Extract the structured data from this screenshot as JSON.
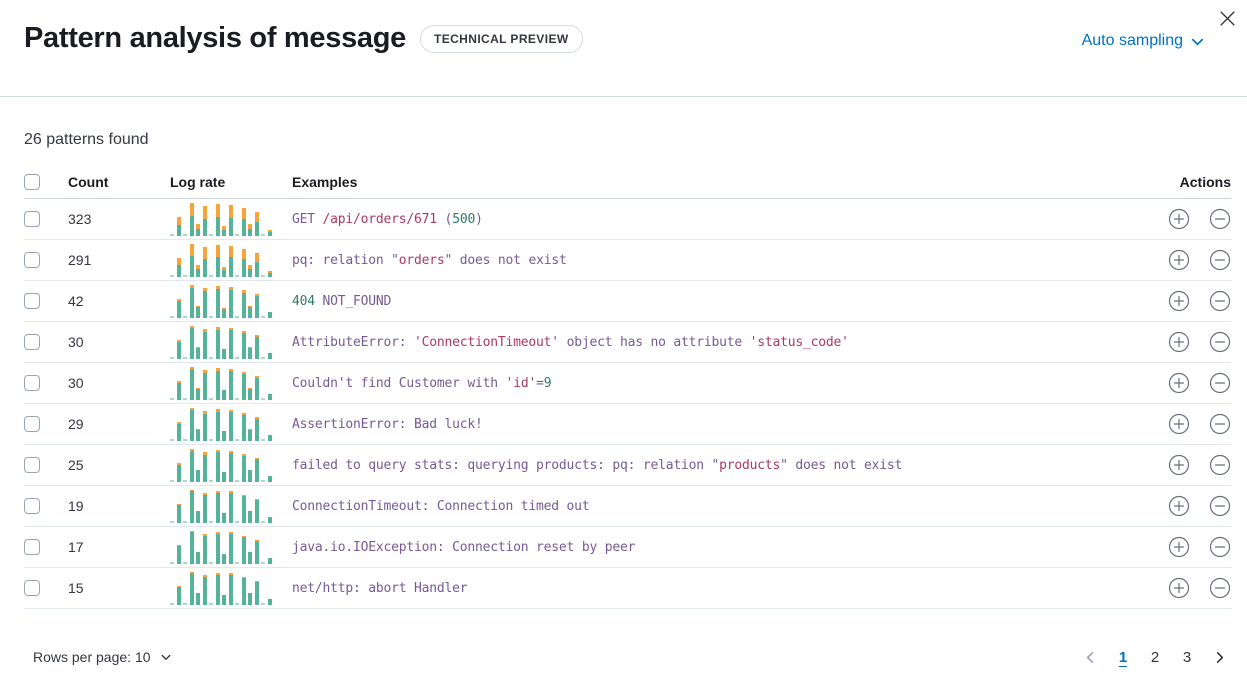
{
  "header": {
    "title": "Pattern analysis of message",
    "badge": "TECHNICAL PREVIEW",
    "sampling": {
      "label": "Auto sampling"
    }
  },
  "summary": {
    "patterns_found": "26 patterns found"
  },
  "table": {
    "columns": {
      "count": "Count",
      "log_rate": "Log rate",
      "examples": "Examples",
      "actions": "Actions"
    },
    "sparkline_totals": [
      4,
      55,
      4,
      100,
      36,
      88,
      4,
      95,
      30,
      94,
      4,
      84,
      36,
      72,
      4,
      18
    ],
    "rows": [
      {
        "count": "323",
        "orange_ratio": 0.42,
        "example": [
          [
            "GET ",
            "p"
          ],
          [
            "/api/orders/671",
            "v"
          ],
          [
            " (",
            "p"
          ],
          [
            "500",
            "n"
          ],
          [
            ")",
            "p"
          ]
        ]
      },
      {
        "count": "291",
        "orange_ratio": 0.38,
        "example": [
          [
            "pq: relation \"",
            "p"
          ],
          [
            "orders",
            "v"
          ],
          [
            "\" does not exist",
            "p"
          ]
        ]
      },
      {
        "count": "42",
        "orange_ratio": 0.1,
        "example": [
          [
            "404",
            "n"
          ],
          [
            " NOT_FOUND",
            "p"
          ]
        ]
      },
      {
        "count": "30",
        "orange_ratio": 0.08,
        "example": [
          [
            "AttributeError: ",
            "p"
          ],
          [
            "'ConnectionTimeout'",
            "v"
          ],
          [
            " object has no attribute ",
            "p"
          ],
          [
            "'status_code'",
            "v"
          ]
        ]
      },
      {
        "count": "30",
        "orange_ratio": 0.08,
        "example": [
          [
            "Couldn't find Customer with '",
            "p"
          ],
          [
            "id",
            "v"
          ],
          [
            "'=",
            "p"
          ],
          [
            "9",
            "n"
          ]
        ]
      },
      {
        "count": "29",
        "orange_ratio": 0.08,
        "example": [
          [
            "AssertionError: Bad luck!",
            "p"
          ]
        ]
      },
      {
        "count": "25",
        "orange_ratio": 0.07,
        "example": [
          [
            "failed to query stats: querying products: pq: relation \"",
            "p"
          ],
          [
            "products",
            "v"
          ],
          [
            "\" does not exist",
            "p"
          ]
        ]
      },
      {
        "count": "19",
        "orange_ratio": 0.06,
        "example": [
          [
            "ConnectionTimeout: Connection timed out",
            "p"
          ]
        ]
      },
      {
        "count": "17",
        "orange_ratio": 0.05,
        "example": [
          [
            "java.io.IOException: Connection reset by peer",
            "p"
          ]
        ]
      },
      {
        "count": "15",
        "orange_ratio": 0.05,
        "example": [
          [
            "net/http: abort Handler",
            "p"
          ]
        ]
      }
    ]
  },
  "footer": {
    "rows_per_page_label": "Rows per page: 10",
    "pagination": {
      "pages": [
        "1",
        "2",
        "3"
      ],
      "active_page": "1"
    }
  },
  "colors": {
    "accent_blue": "#0071C2",
    "bar_teal": "#54B399",
    "bar_orange": "#F9A43B",
    "bar_baseline": "#AED9C9",
    "token_default_purple": "#765B96",
    "token_variable_crimson": "#AD3A5E",
    "token_number_green": "#2E7D64",
    "divider": "#D3DAE6"
  }
}
